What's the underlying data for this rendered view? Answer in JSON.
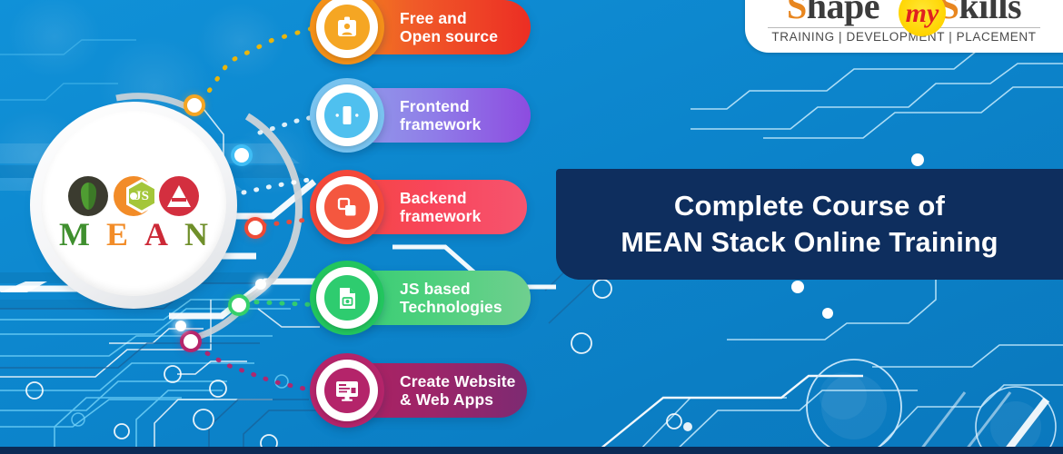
{
  "banner": {
    "title_line1": "Complete Course of",
    "title_line2": "MEAN Stack Online Training",
    "background_color": "#0d86cc",
    "title_bg_color": "#0e2e5e"
  },
  "logo": {
    "word_shape_s": "S",
    "word_shape_rest": "hape",
    "word_my": "my",
    "word_skills_s": "S",
    "word_skills_rest": "kills",
    "tagline": "TRAINING | DEVELOPMENT | PLACEMENT",
    "colors": {
      "s_orange": "#e8861f",
      "dark": "#3c3c3c",
      "my_red": "#e02020",
      "my_yellow": "#ffd400"
    }
  },
  "mean_disc": {
    "tech_badges": [
      {
        "name": "mongodb",
        "glyph": "",
        "color": "#3b3b2f"
      },
      {
        "name": "express",
        "glyph": "E",
        "color": "#f28c28"
      },
      {
        "name": "angular",
        "glyph": "A",
        "color": "#d32f3f"
      },
      {
        "name": "nodejs",
        "glyph": "JS",
        "color": "#a4c63a"
      }
    ],
    "letters": [
      {
        "char": "M",
        "color": "#3f8f2e"
      },
      {
        "char": "E",
        "color": "#f28c28"
      },
      {
        "char": "A",
        "color": "#cc2936"
      },
      {
        "char": "N",
        "color": "#6f8f2a"
      }
    ]
  },
  "features": [
    {
      "label": "Free and\nOpen source",
      "icon": "id-badge-icon",
      "accent": "#f39019",
      "gradient_end": "#ec2e24"
    },
    {
      "label": "Frontend\nframework",
      "icon": "mobile-device-icon",
      "accent": "#79c3ef",
      "gradient_end": "#8d4ce0"
    },
    {
      "label": "Backend\nframework",
      "icon": "layers-squares-icon",
      "accent": "#f4483a",
      "gradient_end": "#f6556e"
    },
    {
      "label": "JS based\nTechnologies",
      "icon": "file-document-icon",
      "accent": "#22c55e",
      "gradient_end": "#6fcf8f"
    },
    {
      "label": "Create Website\n& Web Apps",
      "icon": "monitor-screen-icon",
      "accent": "#b4246a",
      "gradient_end": "#7d2a72"
    }
  ]
}
